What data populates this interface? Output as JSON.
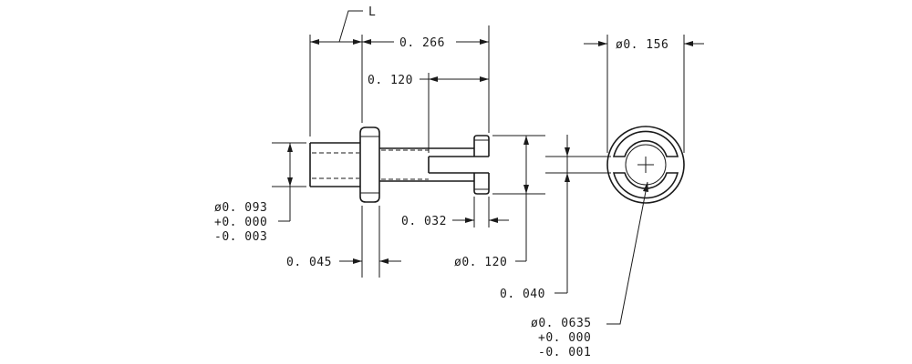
{
  "drawing": {
    "labels": {
      "length_ref": "L",
      "overall_length": "0. 266",
      "slot_depth": "0. 120",
      "end_diameter": "ø0. 156",
      "shank_diameter": "ø0. 093",
      "shank_tol_plus": "+0. 000",
      "shank_tol_minus": "-0. 003",
      "flange_thickness": "0. 045",
      "tip_thickness": "0. 032",
      "tip_diameter": "ø0. 120",
      "slot_width": "0. 040",
      "hole_diameter": "ø0. 0635",
      "hole_tol_plus": "+0. 000",
      "hole_tol_minus": "-0. 001"
    }
  }
}
